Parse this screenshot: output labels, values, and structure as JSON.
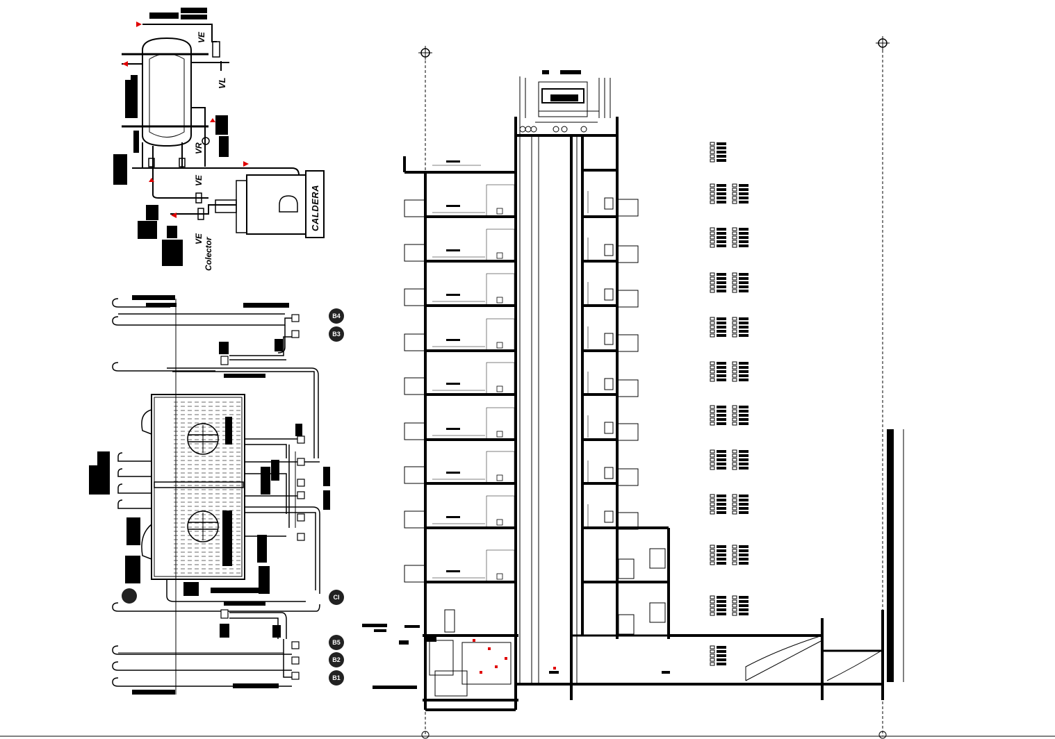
{
  "boiler_diagram": {
    "labels": {
      "ve_top": "VE",
      "vl": "VL",
      "vr": "VR",
      "ve_mid": "VE",
      "ve_bottom": "VE",
      "colector": "Colector",
      "caldera": "CALDERA"
    }
  },
  "cistern_diagram": {
    "badges": [
      "B4",
      "B3",
      "CI",
      "B5",
      "B2",
      "B1"
    ]
  },
  "colors": {
    "line": "#000000",
    "flow_arrow": "#e00000",
    "background": "#ffffff"
  }
}
